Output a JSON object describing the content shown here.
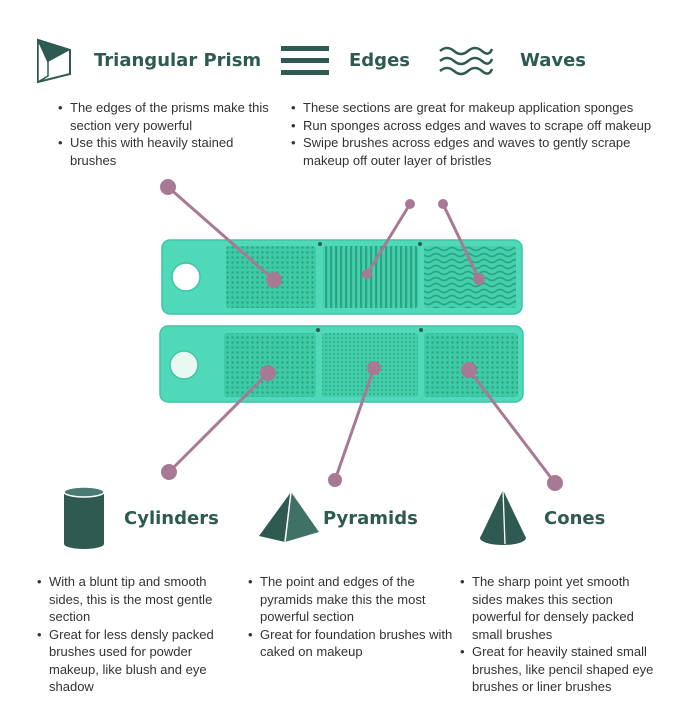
{
  "colors": {
    "title": "#2e5a52",
    "icon": "#2e5a52",
    "tray": "#4fd9b8",
    "tray_dark": "#3ec4a3",
    "pin": "#a87995",
    "text": "#333333"
  },
  "top": {
    "prism": {
      "icon": "triangular-prism-icon",
      "title": "Triangular Prism",
      "bullets": [
        "The edges of the prisms make this section very powerful",
        "Use this with heavily stained brushes"
      ]
    },
    "edges": {
      "icon": "edges-icon",
      "title": "Edges"
    },
    "waves": {
      "icon": "waves-icon",
      "title": "Waves"
    },
    "shared_bullets": [
      "These sections are great for makeup application sponges",
      "Run sponges across edges and waves to scrape off makeup",
      "Swipe brushes across edges and waves to gently scrape makeup off outer layer of bristles"
    ]
  },
  "bottom": {
    "cylinders": {
      "icon": "cylinder-icon",
      "title": "Cylinders",
      "bullets": [
        "With a blunt tip and smooth sides, this is the most gentle section",
        "Great for less densly packed brushes used for powder makeup, like blush and eye shadow"
      ]
    },
    "pyramids": {
      "icon": "pyramid-icon",
      "title": "Pyramids",
      "bullets": [
        "The point and edges of the pyramids make this the most powerful section",
        "Great for foundation brushes with caked on makeup"
      ]
    },
    "cones": {
      "icon": "cone-icon",
      "title": "Cones",
      "bullets": [
        "The sharp point yet smooth sides makes this section powerful for densely packed small brushes",
        "Great for heavily stained small brushes, like pencil shaped eye brushes or liner brushes"
      ]
    }
  }
}
